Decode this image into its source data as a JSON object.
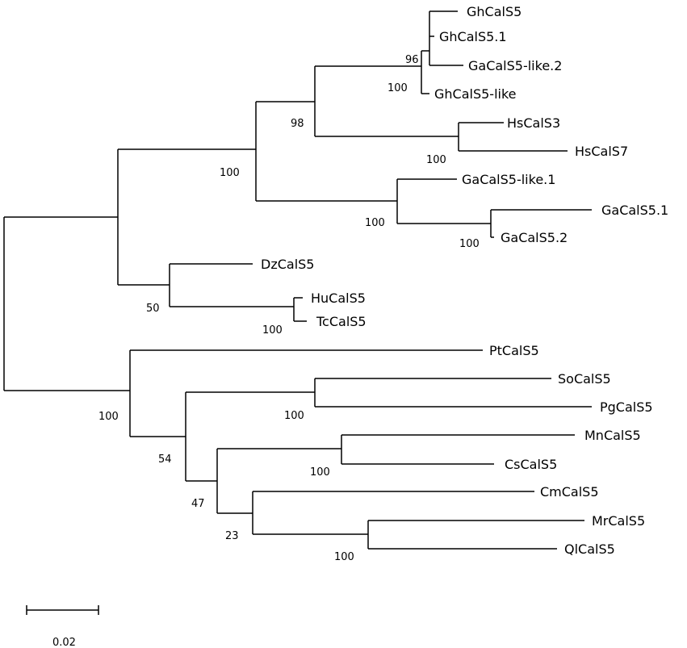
{
  "tree": {
    "tips": [
      "GhCalS5",
      "GhCalS5.1",
      "GaCalS5-like.2",
      "GhCalS5-like",
      "HsCalS3",
      "HsCalS7",
      "GaCalS5-like.1",
      "GaCalS5.1",
      "GaCalS5.2",
      "DzCalS5",
      "HuCalS5",
      "TcCalS5",
      "PtCalS5",
      "SoCalS5",
      "PgCalS5",
      "MnCalS5",
      "CsCalS5",
      "CmCalS5",
      "MrCalS5",
      "QlCalS5"
    ],
    "bootstrap": [
      "96",
      "100",
      "98",
      "100",
      "100",
      "100",
      "100",
      "50",
      "100",
      "100",
      "100",
      "54",
      "100",
      "47",
      "23",
      "100"
    ]
  },
  "scale_bar": {
    "label": "0.02"
  }
}
